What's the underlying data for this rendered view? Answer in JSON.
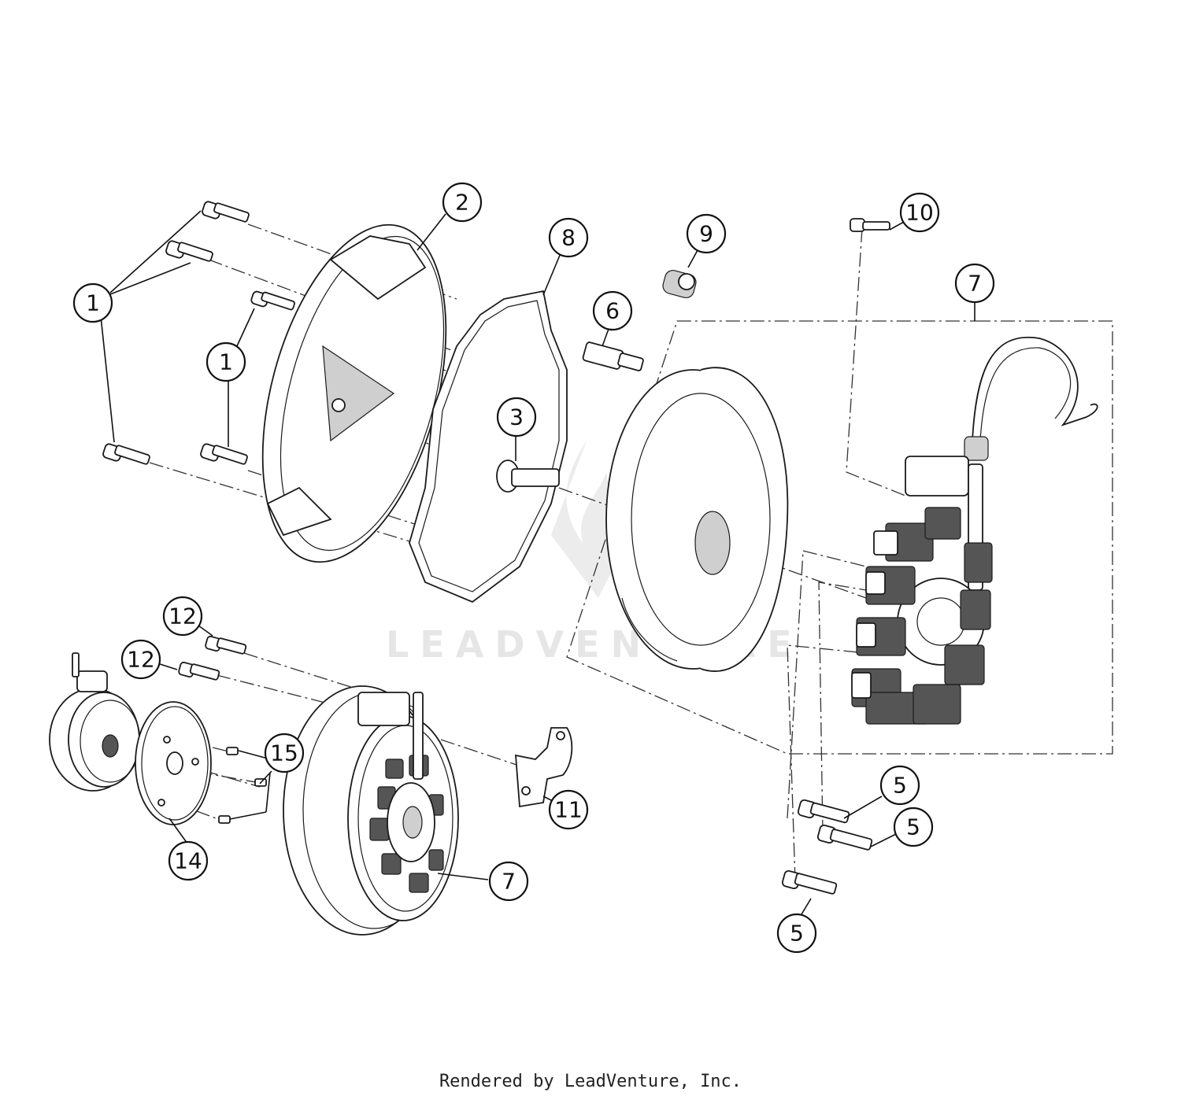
{
  "watermark": "LEADVENTURE",
  "footer": "Rendered by LeadVenture, Inc.",
  "callouts": {
    "c1a": "1",
    "c1b": "1",
    "c2": "2",
    "c3": "3",
    "c5a": "5",
    "c5b": "5",
    "c5c": "5",
    "c6": "6",
    "c7a": "7",
    "c7b": "7",
    "c8": "8",
    "c9": "9",
    "c10": "10",
    "c11": "11",
    "c12a": "12",
    "c12b": "12",
    "c14": "14",
    "c15": "15"
  }
}
